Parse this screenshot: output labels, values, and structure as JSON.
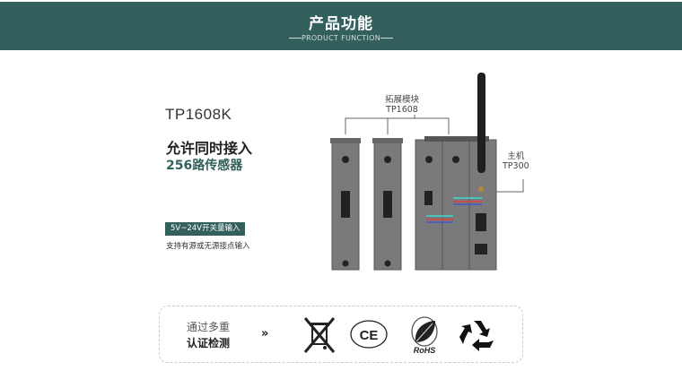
{
  "header": {
    "title": "产品功能",
    "subtitle": "PRODUCT FUNCTION",
    "background_color": "#33605c"
  },
  "product": {
    "model": "TP1608K",
    "feature_line1": "允许同时接入",
    "feature_line2": "256路传感器",
    "badge": "5V~24V开关量输入",
    "badge_description": "支持有源或无源接点输入",
    "accent_color": "#33605c"
  },
  "diagram": {
    "expansion_label": "拓展模块",
    "expansion_model": "TP1608",
    "host_label": "主机",
    "host_model": "TP300"
  },
  "certifications": {
    "line1": "通过多重",
    "line2": "认证检测",
    "arrow": "»",
    "icons": [
      {
        "name": "weee-icon",
        "label": "WEEE"
      },
      {
        "name": "ce-icon",
        "label": "CE"
      },
      {
        "name": "rohs-icon",
        "label": "RoHS"
      },
      {
        "name": "recycle-icon",
        "label": "Recycle"
      }
    ],
    "rohs_text": "RoHS",
    "ce_text": "CE"
  }
}
